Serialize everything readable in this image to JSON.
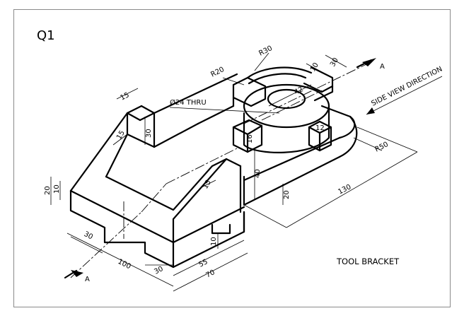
{
  "question_label": "Q1",
  "title": "TOOL BRACKET",
  "side_view_label": "SIDE VIEW DIRECTION",
  "section_marker": "A",
  "hole_callout": "Ø24 THRU",
  "dimensions": {
    "d15_top": "15",
    "d15_slot": "15",
    "d30_post": "30",
    "d15_right": "15",
    "d20_left": "20",
    "d10_left": "10",
    "d30_base": "30",
    "d100": "100",
    "d30_bottom": "30",
    "d55": "55",
    "d70": "70",
    "d10_notch": "10",
    "d40": "40",
    "d20_right": "20",
    "d16": "16",
    "d12": "12",
    "d42": "42",
    "d10_top": "10",
    "d30_top": "30",
    "r30": "R30",
    "r20": "R20",
    "r50": "R50",
    "d130": "130"
  }
}
